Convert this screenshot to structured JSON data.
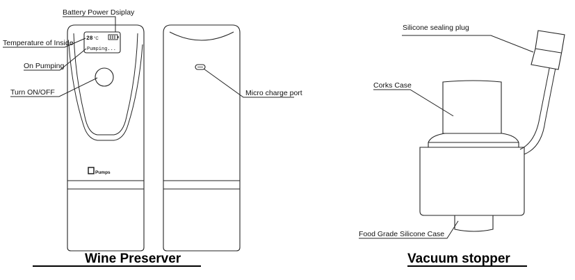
{
  "callouts": {
    "battery": "Battery Power Dsiplay",
    "temperature": "Temperature of Inside",
    "pumping": "On Pumping",
    "power": "Turn  ON/OFF",
    "charge": "Micro  charge port",
    "plug": "Silicone sealing plug",
    "corks": "Corks Case",
    "silicone_case": "Food Grade Silicone Case"
  },
  "screen": {
    "temp_value": "28",
    "temp_unit": "°C",
    "status": "Pumping..."
  },
  "brand": "Pumps",
  "captions": {
    "left": "Wine Preserver",
    "right": "Vacuum stopper"
  }
}
